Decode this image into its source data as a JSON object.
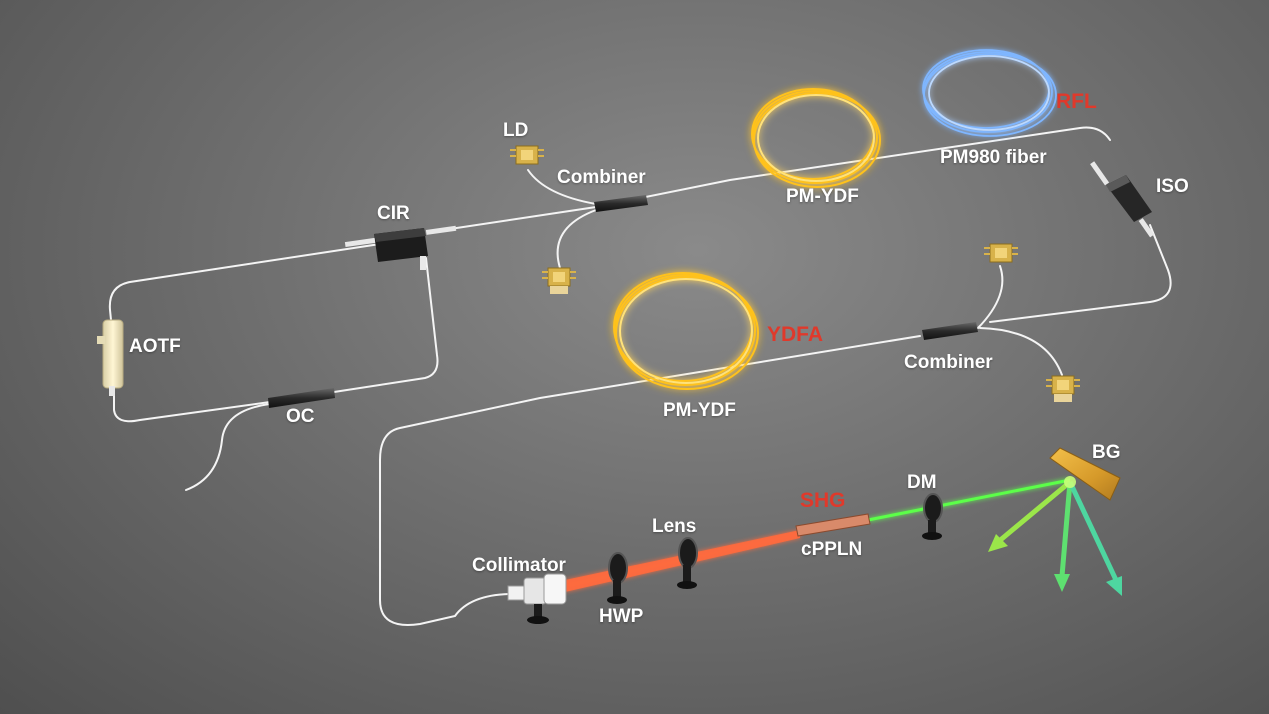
{
  "colors": {
    "background": "#6f6f6f",
    "fiber": "#f4f4f4",
    "ydf_coil": "#ffc21a",
    "pm980_coil": "#7fb6ff",
    "red_label": "#e0392b",
    "laser_ir": "#ff6a3d",
    "laser_green": "#5cff4a"
  },
  "labels": {
    "ld": "LD",
    "combiner_top": "Combiner",
    "pm_ydf_top": "PM-YDF",
    "rfl": "RFL",
    "pm980": "PM980 fiber",
    "iso": "ISO",
    "cir": "CIR",
    "aotf": "AOTF",
    "oc": "OC",
    "ydfa": "YDFA",
    "combiner_bottom": "Combiner",
    "pm_ydf_bottom": "PM-YDF",
    "bg": "BG",
    "dm": "DM",
    "shg": "SHG",
    "cppln": "cPPLN",
    "lens": "Lens",
    "collimator": "Collimator",
    "hwp": "HWP"
  }
}
